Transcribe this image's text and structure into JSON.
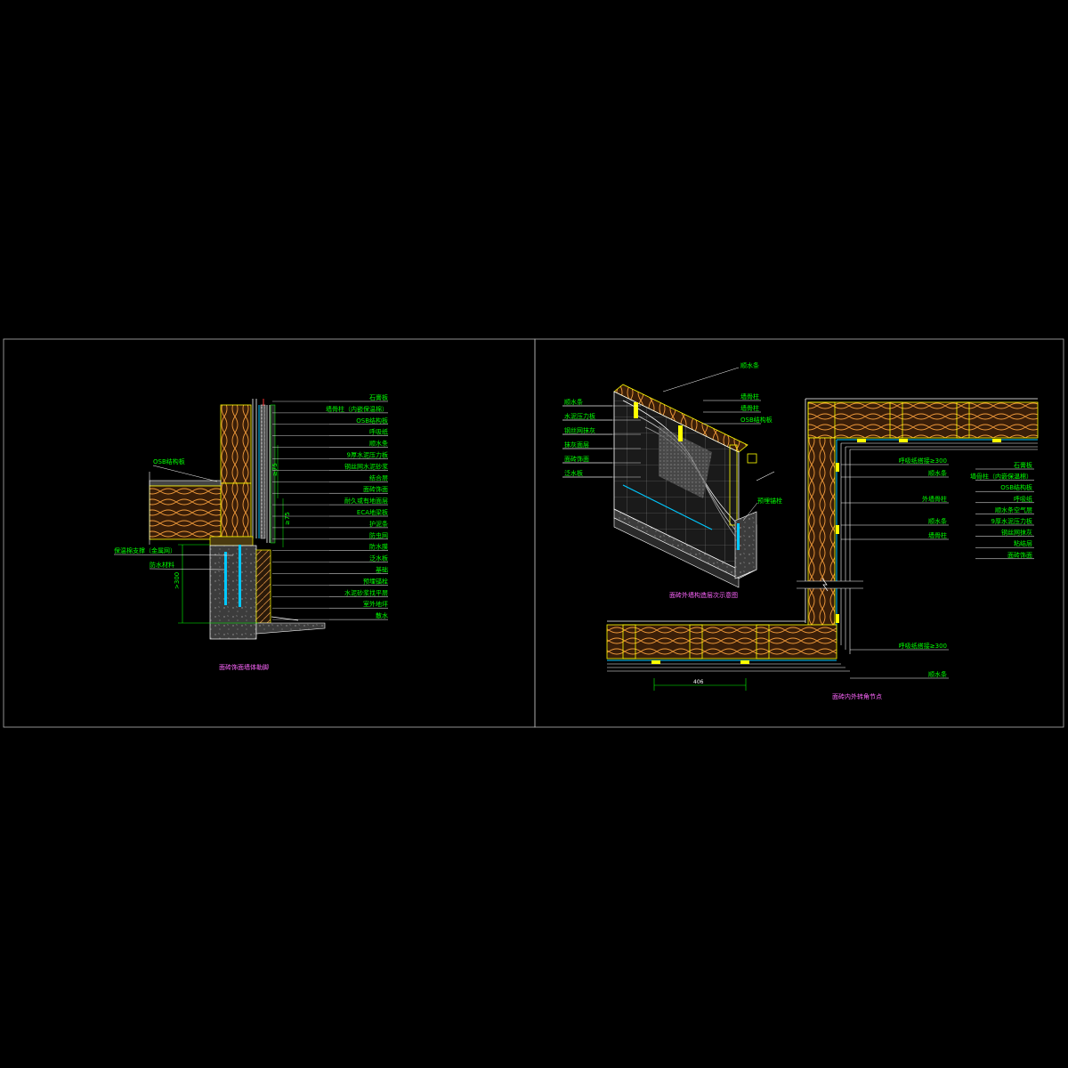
{
  "colors": {
    "background": "#000000",
    "frame": "#b4b4b4",
    "leader": "#ffffff",
    "label": "#00ff00",
    "caption": "#ff66ff",
    "insulation_fill": "#3a1e08",
    "insulation_wave": "#f09a3a",
    "stud": "#ffff00",
    "membrane": "#00c8ff",
    "concrete": "#606060"
  },
  "left_detail": {
    "caption": "面砖饰面墙体勒脚",
    "right_labels": [
      "石膏板",
      "墙骨柱（内嵌保温棉）",
      "OSB结构板",
      "呼吸纸",
      "顺水条",
      "9厚水泥压力板",
      "钢丝网水泥砂浆",
      "结合层",
      "面砖饰面",
      "耐久或有地面层",
      "ECA地梁板",
      "护泥条",
      "防虫网",
      "防水膜",
      "泛水板",
      "基础",
      "预埋锚栓",
      "水泥砂浆找平层",
      "室外地坪",
      "散水"
    ],
    "left_labels": [
      "OSB结构板",
      "保温棉支撑（金属网）",
      "防水材料"
    ],
    "dim_300": ">300",
    "dim_vertical_a": "≥75",
    "dim_vertical_b": "≥75"
  },
  "iso_detail": {
    "caption": "面砖外墙构造层次示意图",
    "left_labels": [
      "顺水条",
      "水泥压力板",
      "钢丝网抹灰",
      "抹灰面层",
      "面砖饰面",
      "泛水板"
    ],
    "top_label": "顺水条",
    "right_labels": [
      "墙骨柱",
      "墙骨柱",
      "OSB结构板"
    ],
    "anchor_label": "预埋锚栓"
  },
  "plan_detail": {
    "caption": "面砖内外转角节点",
    "mid_labels": [
      "呼吸纸搭接≥300",
      "顺水条",
      "外墙骨柱",
      "顺水条",
      "墙骨柱"
    ],
    "right_labels": [
      "石膏板",
      "墙骨柱（内嵌保温棉）",
      "OSB结构板",
      "呼吸纸",
      "顺水条空气层",
      "9厚水泥压力板",
      "钢丝网抹灰",
      "粘结层",
      "面砖饰面"
    ],
    "bottom_labels": [
      "呼吸纸搭接≥300",
      "顺水条"
    ],
    "dim_406": "406"
  }
}
